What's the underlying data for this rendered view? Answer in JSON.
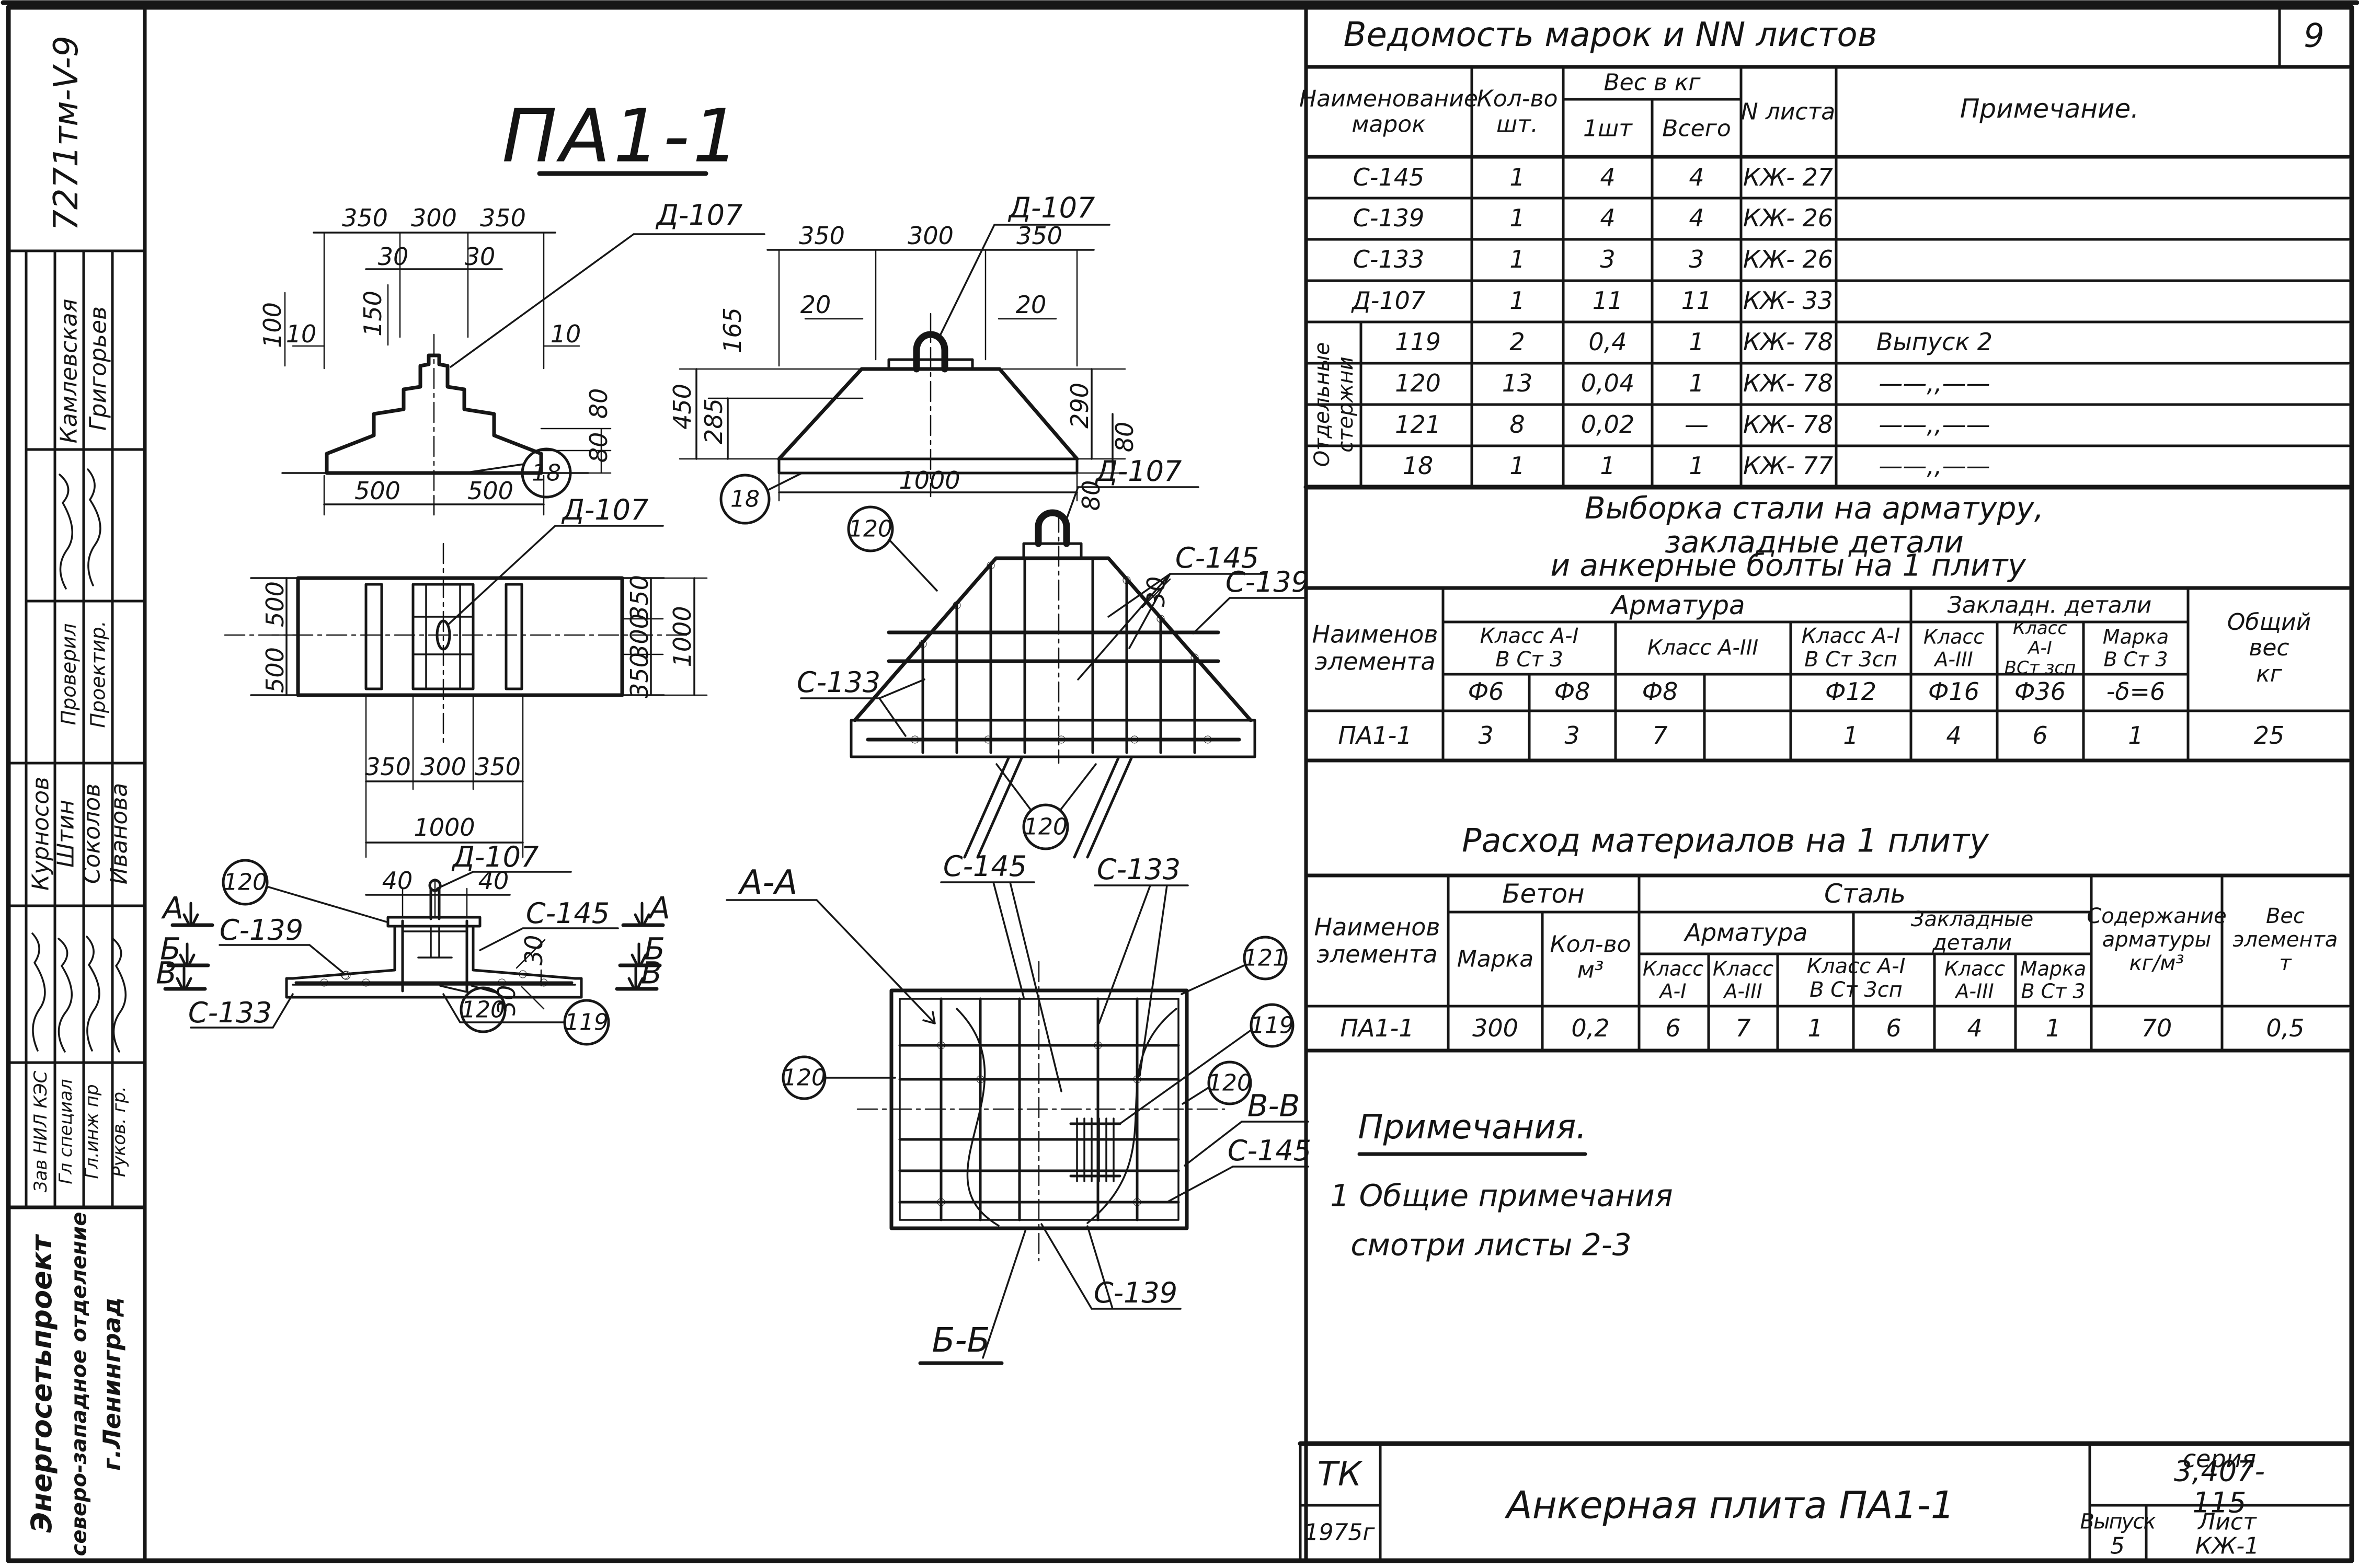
{
  "sheet": {
    "page_number": "9",
    "doc_code": "7271тм-V-9"
  },
  "sidebar": {
    "org_line1": "Энергосетьпроект",
    "org_line2": "северо-западное отделение",
    "org_line3": "г.Ленинград",
    "rows": [
      {
        "role": "Проектир.",
        "name": "Григорьев"
      },
      {
        "role": "Проверил",
        "name": "Камлевская"
      },
      {
        "role": "Зав НИЛ КЭС",
        "name": "Курносов"
      },
      {
        "role": "Гл специал",
        "name": "Штин"
      },
      {
        "role": "Гл.инж пр",
        "name": "Соколов"
      },
      {
        "role": "Руков. гр.",
        "name": "Иванова"
      }
    ]
  },
  "drawing": {
    "title": "ПА1-1",
    "v1": {
      "part": "Д-107",
      "marker": "18",
      "d350a": "350",
      "d300": "300",
      "d350b": "350",
      "d30a": "30",
      "d30b": "30",
      "d150": "150",
      "d10a": "10",
      "d10b": "10",
      "d100": "100",
      "d80a": "80",
      "d80b": "80",
      "d500a": "500",
      "d500b": "500"
    },
    "v2": {
      "part": "Д-107",
      "marker": "18",
      "d350a": "350",
      "d300": "300",
      "d350b": "350",
      "d20a": "20",
      "d20b": "20",
      "d165": "165",
      "d450": "450",
      "d285": "285",
      "d290": "290",
      "d80a": "80",
      "d80b": "80",
      "d1000": "1000"
    },
    "v3": {
      "part": "Д-107",
      "d500a": "500",
      "d500b": "500",
      "d350a": "350",
      "d300a": "300",
      "d350c": "350",
      "d1000a": "1000",
      "d350b": "350",
      "d300b": "300",
      "d350d": "350",
      "d1000b": "1000"
    },
    "v4": {
      "part": "Д-107",
      "s145": "С-145",
      "s139": "С-139",
      "s133": "С-133",
      "d30": "30",
      "m120a": "120",
      "m120b": "120"
    },
    "v5": {
      "part": "Д-107",
      "s145": "С-145",
      "s139": "С-139",
      "s133": "С-133",
      "d40a": "40",
      "d40b": "40",
      "d30a": "30",
      "d30b": "30",
      "m120a": "120",
      "m120b": "120",
      "m119": "119",
      "secA": "А",
      "secB": "Б",
      "secV": "В"
    },
    "v6": {
      "title_top": "А-А",
      "title_bottom": "Б-Б",
      "s145a": "С-145",
      "s133": "С-133",
      "s145b": "С-145",
      "s139": "С-139",
      "vv": "В-В",
      "m121": "121",
      "m119": "119",
      "m120a": "120",
      "m120b": "120"
    }
  },
  "table1": {
    "title": "Ведомость  марок  и  NN  листов",
    "h_name": "Наименование\nмарок",
    "h_qty": "Кол-во\nшт.",
    "h_weight": "Вес  в  кг",
    "h_w1": "1шт",
    "h_wtot": "Всего",
    "h_sheet": "N листа",
    "h_note": "Примечание.",
    "group_label": "Отдельные\nстержни",
    "rows": [
      [
        "С-145",
        "1",
        "4",
        "4",
        "КЖ- 27",
        ""
      ],
      [
        "С-139",
        "1",
        "4",
        "4",
        "КЖ- 26",
        ""
      ],
      [
        "С-133",
        "1",
        "3",
        "3",
        "КЖ- 26",
        ""
      ],
      [
        "Д-107",
        "1",
        "11",
        "11",
        "КЖ- 33",
        ""
      ],
      [
        "119",
        "2",
        "0,4",
        "1",
        "КЖ- 78",
        "Выпуск 2"
      ],
      [
        "120",
        "13",
        "0,04",
        "1",
        "КЖ- 78",
        "——,,——"
      ],
      [
        "121",
        "8",
        "0,02",
        "—",
        "КЖ- 78",
        "——,,——"
      ],
      [
        "18",
        "1",
        "1",
        "1",
        "КЖ- 77",
        "——,,——"
      ]
    ]
  },
  "table2": {
    "title_line1": "Выборка стали на арматуру,  закладные   детали",
    "title_line2": "и  анкерные   болты    на  1  плиту",
    "h_elem": "Наименов\nэлемента",
    "g_arm": "Арматура",
    "g_zak": "Закладн. детали",
    "h_total": "Общий\nвес\nкг",
    "c1": "Класс А-I\nВ Ст 3",
    "c2": "Класс  А-III",
    "c3": "Класс А-I\nВ Ст 3сп",
    "c4": "Класс\nА-III",
    "c5": "Класс\nА-I\nВСт зсп",
    "c6": "Марка\nВ Ст 3",
    "f1": "Ф6",
    "f2": "Ф8",
    "f3": "Ф8",
    "f5": "Ф12",
    "f6": "Ф16",
    "f7": "Ф36",
    "f8": "-δ=6",
    "row": [
      "ПА1-1",
      "3",
      "3",
      "7",
      "",
      "1",
      "4",
      "6",
      "1",
      "25"
    ]
  },
  "table3": {
    "title": "Расход  материалов    на  1  плиту",
    "h_elem": "Наименов\nэлемента",
    "g_beton": "Бетон",
    "g_steel": "Сталь",
    "c_marka": "Марка",
    "c_vol": "Кол-во\nм³",
    "g_arm": "Арматура",
    "g_zak": "Закладные\nдетали",
    "c1": "Класс\nА-I",
    "c2": "Класс\nА-III",
    "c3": "Класс А-I\nВ Ст  3сп",
    "c4": "Класс\nА-III",
    "c5": "Марка\nВ Ст 3",
    "h_content": "Содержание\nарматуры\nкг/м³",
    "h_weight": "Вес\nэлемента\nт",
    "row": [
      "ПА1-1",
      "300",
      "0,2",
      "6",
      "7",
      "1",
      "6",
      "4",
      "1",
      "70",
      "0,5"
    ]
  },
  "notes": {
    "title": "Примечания.",
    "line1": "1 Общие  примечания",
    "line2": "смотри  листы  2-3"
  },
  "titleblock": {
    "org": "ТК",
    "year": "1975г",
    "title": "Анкерная   плита  ПА1-1",
    "series_label": "серия",
    "series": "3,407-115",
    "issue_label": "Выпуск",
    "issue": "5",
    "sheet_label": "Лист",
    "sheet": "КЖ-1"
  }
}
